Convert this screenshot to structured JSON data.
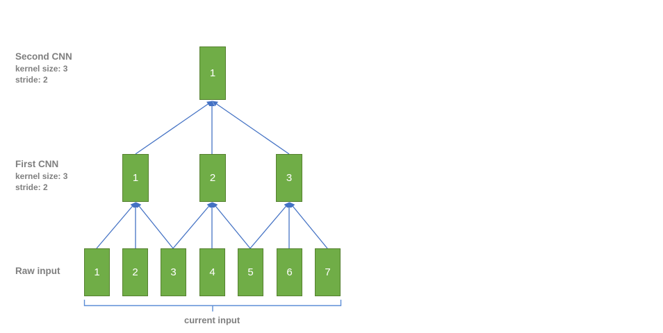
{
  "diagram": {
    "title_hidden": "",
    "colors": {
      "node_fill": "#70AD47",
      "node_border": "#55802F",
      "node_text": "#FFFFFF",
      "label_text": "#7F7F7F",
      "arrow": "#4472C4",
      "bracket": "#5B8DD6",
      "background": "#FFFFFF"
    },
    "layers": [
      {
        "id": "second-cnn",
        "title": "Second CNN",
        "params": [
          "kernel size: 3",
          "stride: 2"
        ],
        "nodes": [
          "1"
        ]
      },
      {
        "id": "first-cnn",
        "title": "First CNN",
        "params": [
          "kernel size: 3",
          "stride: 2"
        ],
        "nodes": [
          "1",
          "2",
          "3"
        ]
      },
      {
        "id": "raw-input",
        "title": "Raw input",
        "params": [],
        "nodes": [
          "1",
          "2",
          "3",
          "4",
          "5",
          "6",
          "7"
        ]
      }
    ],
    "bracket": {
      "label": "current input"
    }
  }
}
